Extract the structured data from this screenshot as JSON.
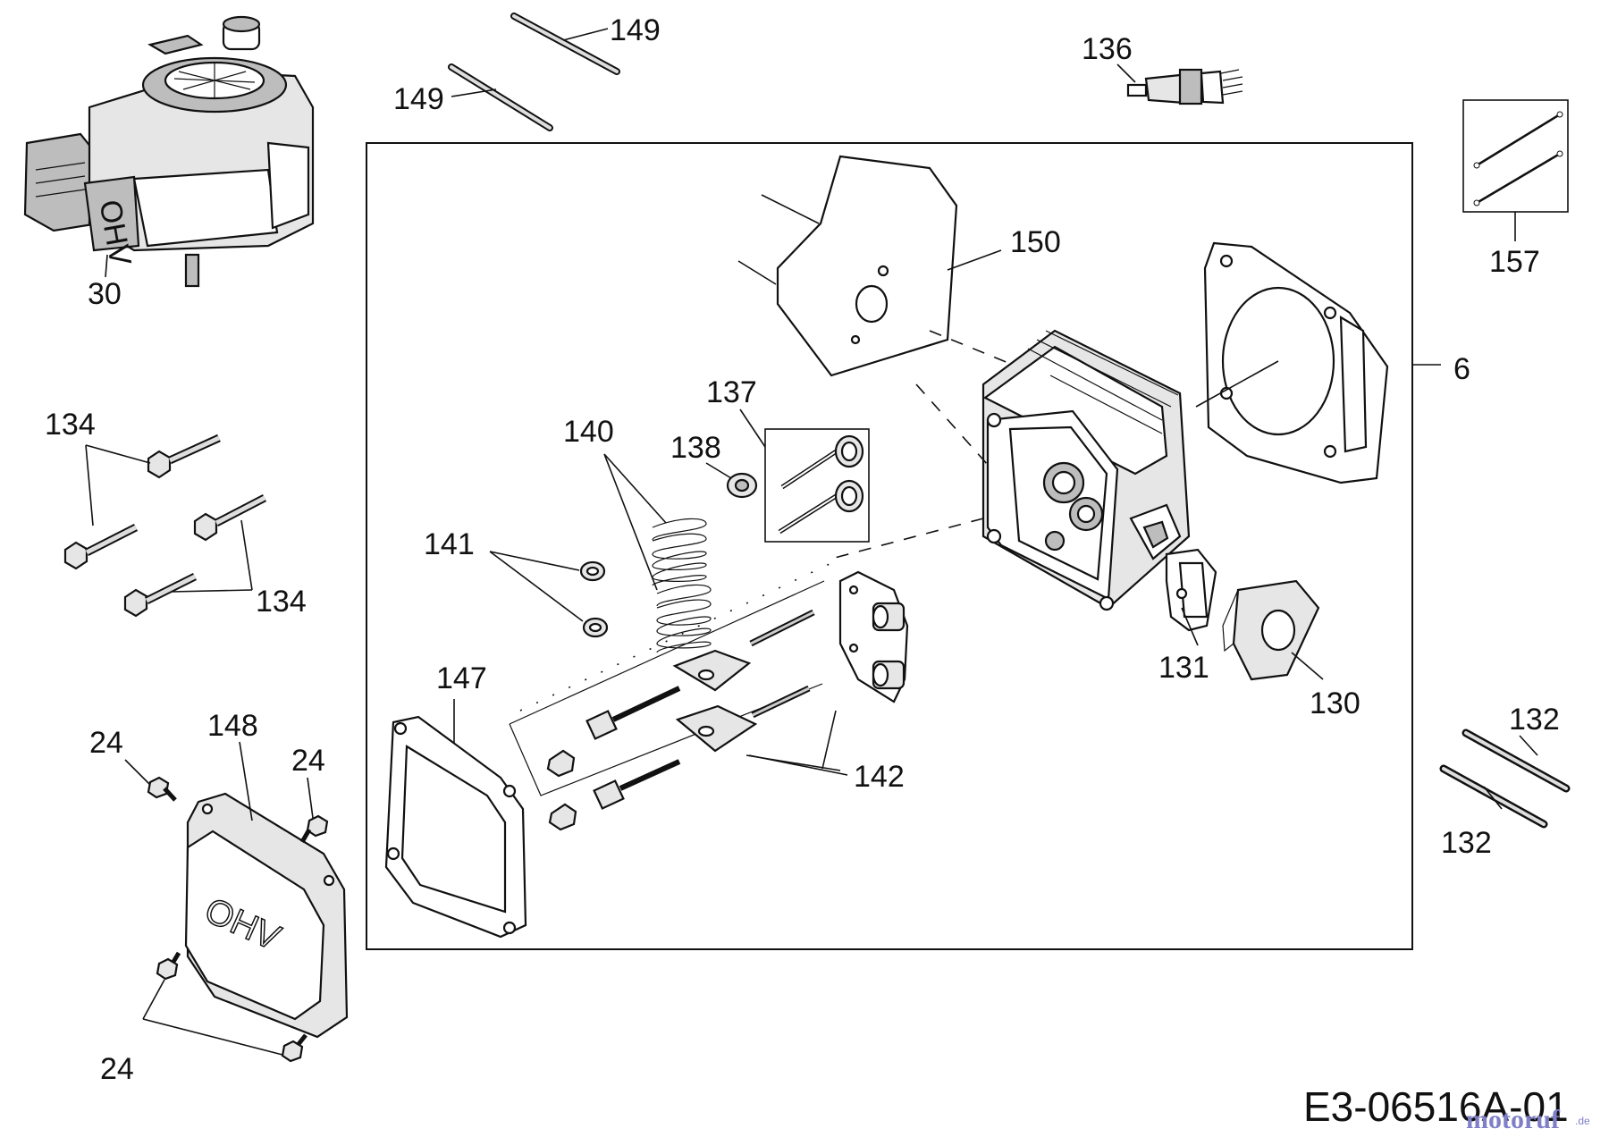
{
  "diagram": {
    "code": "E3-06516A-01",
    "watermark": "motoruf",
    "watermark_suffix": ".de",
    "callouts": {
      "c6": "6",
      "c24a": "24",
      "c24b": "24",
      "c24c": "24",
      "c30": "30",
      "c130": "130",
      "c131": "131",
      "c132a": "132",
      "c132b": "132",
      "c134a": "134",
      "c134b": "134",
      "c136": "136",
      "c137": "137",
      "c138": "138",
      "c140": "140",
      "c141": "141",
      "c142": "142",
      "c147": "147",
      "c148": "148",
      "c149a": "149",
      "c149b": "149",
      "c150": "150",
      "c157": "157"
    },
    "embossed": {
      "cover_text": "OHV",
      "engine_text": "OHV"
    }
  }
}
